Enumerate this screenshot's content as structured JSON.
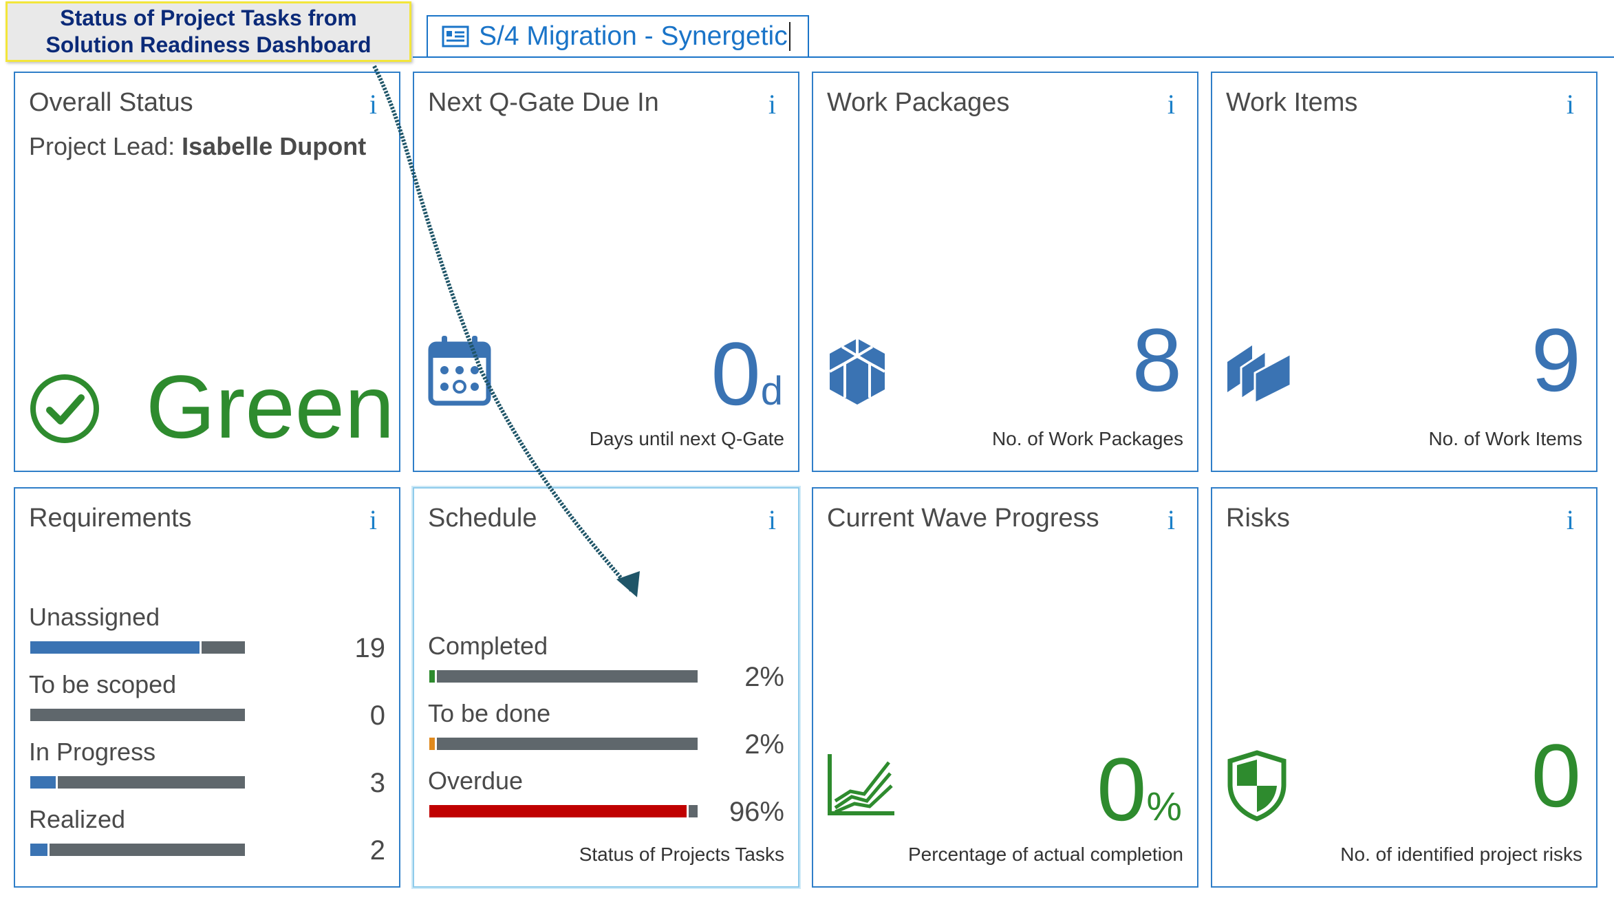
{
  "callout": {
    "line1": "Status of Project Tasks from",
    "line2": "Solution Readiness Dashboard"
  },
  "tab": {
    "label": "S/4 Migration - Synergetic"
  },
  "info_glyph": "i",
  "tiles": {
    "overall": {
      "title": "Overall Status",
      "lead_label": "Project Lead:",
      "lead_name": "Isabelle Dupont",
      "status": "Green"
    },
    "qgate": {
      "title": "Next Q-Gate Due In",
      "value": "0",
      "unit": "d",
      "caption": "Days until next Q-Gate"
    },
    "workpackages": {
      "title": "Work Packages",
      "value": "8",
      "caption": "No. of Work Packages"
    },
    "workitems": {
      "title": "Work Items",
      "value": "9",
      "caption": "No. of Work Items"
    },
    "requirements": {
      "title": "Requirements",
      "rows": [
        {
          "label": "Unassigned",
          "value": "19",
          "fill": 0.79
        },
        {
          "label": "To be scoped",
          "value": "0",
          "fill": 0.0
        },
        {
          "label": "In Progress",
          "value": "3",
          "fill": 0.12
        },
        {
          "label": "Realized",
          "value": "2",
          "fill": 0.08
        }
      ]
    },
    "schedule": {
      "title": "Schedule",
      "rows": [
        {
          "label": "Completed",
          "value": "2%",
          "fill": 0.02,
          "color": "#2e8b2e"
        },
        {
          "label": "To be done",
          "value": "2%",
          "fill": 0.02,
          "color": "#e08a1e"
        },
        {
          "label": "Overdue",
          "value": "96%",
          "fill": 0.96,
          "color": "#c00000"
        }
      ],
      "caption": "Status of Projects Tasks"
    },
    "wave": {
      "title": "Current Wave Progress",
      "value": "0",
      "unit": "%",
      "caption": "Percentage of actual completion"
    },
    "risks": {
      "title": "Risks",
      "value": "0",
      "caption": "No. of identified project risks"
    }
  },
  "colors": {
    "accent": "#1a74c8",
    "tile_border": "#2f7ec8",
    "green": "#2e8b2e",
    "number_blue": "#3a73b3",
    "bar_grey": "#5f676c",
    "bar_blue": "#3a73b3",
    "overdue_red": "#c00000"
  }
}
